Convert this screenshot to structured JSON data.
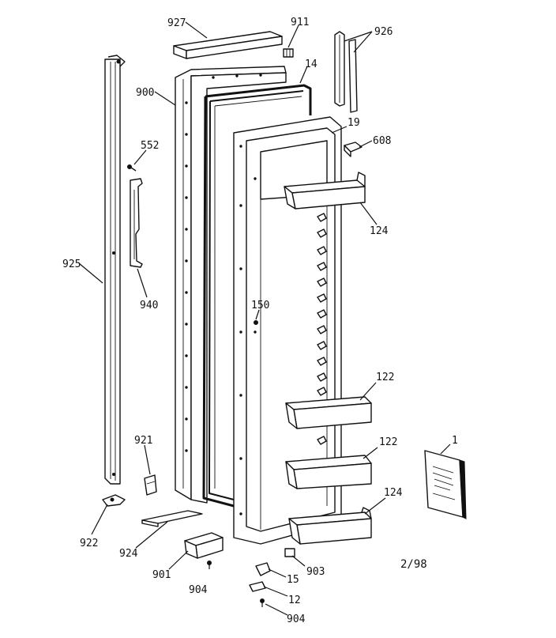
{
  "diagram": {
    "date_code": "2/98",
    "callouts": [
      {
        "id": "927",
        "text": "927"
      },
      {
        "id": "911",
        "text": "911"
      },
      {
        "id": "926",
        "text": "926"
      },
      {
        "id": "14",
        "text": "14"
      },
      {
        "id": "900",
        "text": "900"
      },
      {
        "id": "19",
        "text": "19"
      },
      {
        "id": "608",
        "text": "608"
      },
      {
        "id": "552",
        "text": "552"
      },
      {
        "id": "124a",
        "text": "124"
      },
      {
        "id": "925",
        "text": "925"
      },
      {
        "id": "940",
        "text": "940"
      },
      {
        "id": "150",
        "text": "150"
      },
      {
        "id": "122a",
        "text": "122"
      },
      {
        "id": "921",
        "text": "921"
      },
      {
        "id": "122b",
        "text": "122"
      },
      {
        "id": "1",
        "text": "1"
      },
      {
        "id": "124b",
        "text": "124"
      },
      {
        "id": "922",
        "text": "922"
      },
      {
        "id": "924",
        "text": "924"
      },
      {
        "id": "901",
        "text": "901"
      },
      {
        "id": "903",
        "text": "903"
      },
      {
        "id": "15",
        "text": "15"
      },
      {
        "id": "904a",
        "text": "904"
      },
      {
        "id": "12",
        "text": "12"
      },
      {
        "id": "904b",
        "text": "904"
      }
    ]
  }
}
